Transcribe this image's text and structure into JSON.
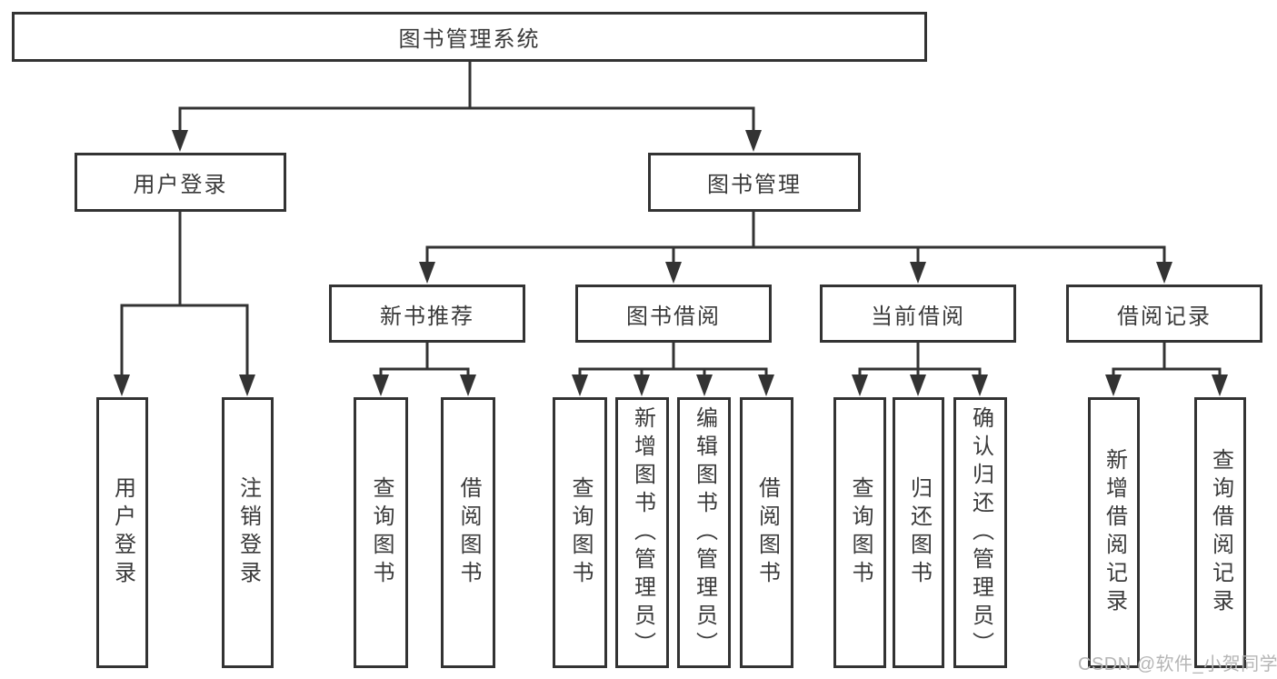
{
  "diagram": {
    "root": {
      "label": "图书管理系统"
    },
    "branches": [
      {
        "label": "用户登录",
        "children": [
          {
            "label": "用户登录"
          },
          {
            "label": "注销登录"
          }
        ]
      },
      {
        "label": "图书管理",
        "children": [
          {
            "label": "新书推荐",
            "children": [
              {
                "label": "查询图书"
              },
              {
                "label": "借阅图书"
              }
            ]
          },
          {
            "label": "图书借阅",
            "children": [
              {
                "label": "查询图书"
              },
              {
                "label": "新增图书（管理员）"
              },
              {
                "label": "编辑图书（管理员）"
              },
              {
                "label": "借阅图书"
              }
            ]
          },
          {
            "label": "当前借阅",
            "children": [
              {
                "label": "查询图书"
              },
              {
                "label": "归还图书"
              },
              {
                "label": "确认归还（管理员）"
              }
            ]
          },
          {
            "label": "借阅记录",
            "children": [
              {
                "label": "新增借阅记录"
              },
              {
                "label": "查询借阅记录"
              }
            ]
          }
        ]
      }
    ]
  },
  "watermark": {
    "text": "CSDN @软件_小贺同学"
  },
  "colors": {
    "line": "#333333",
    "text": "#3a3a3a",
    "background": "#ffffff",
    "watermark": "#b5b5b5"
  }
}
